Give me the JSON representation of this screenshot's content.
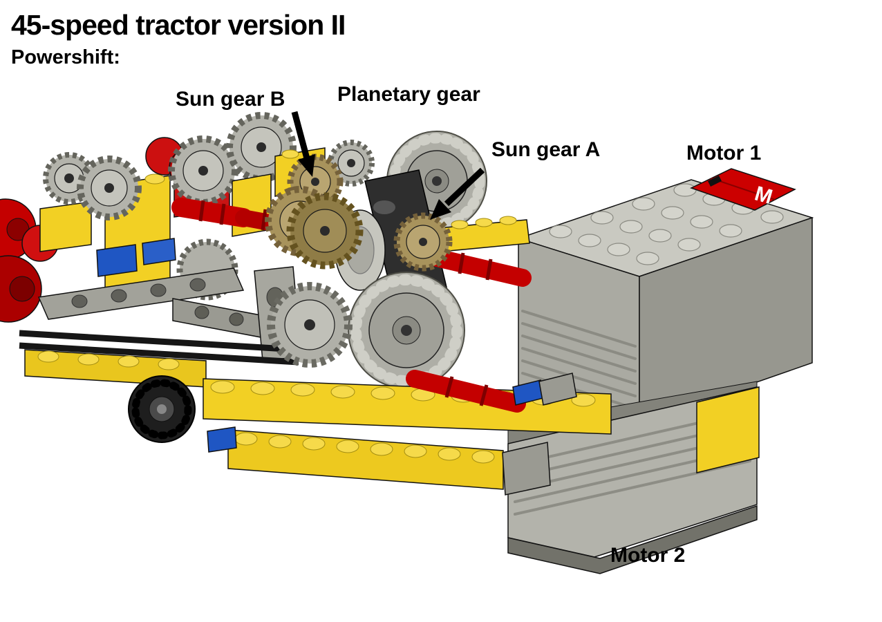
{
  "page": {
    "title": "45-speed tractor version II",
    "subtitle": "Powershift:"
  },
  "annotations": {
    "sun_gear_b": "Sun gear B",
    "planetary_gear": "Planetary gear",
    "sun_gear_a": "Sun gear A",
    "motor_1": "Motor 1",
    "motor_2": "Motor 2"
  },
  "motor_tile": {
    "label": "M"
  },
  "colors": {
    "background": "#FFFFFF",
    "text": "#000000",
    "lego_yellow": "#F2D024",
    "lego_red": "#C40000",
    "lego_light_gray": "#C9C9C1",
    "lego_gray": "#A8A8A0",
    "lego_dark_gray": "#6F6F67",
    "lego_blue": "#1F56C3",
    "lego_tan": "#A8935C",
    "lego_black": "#1E1E1E"
  }
}
